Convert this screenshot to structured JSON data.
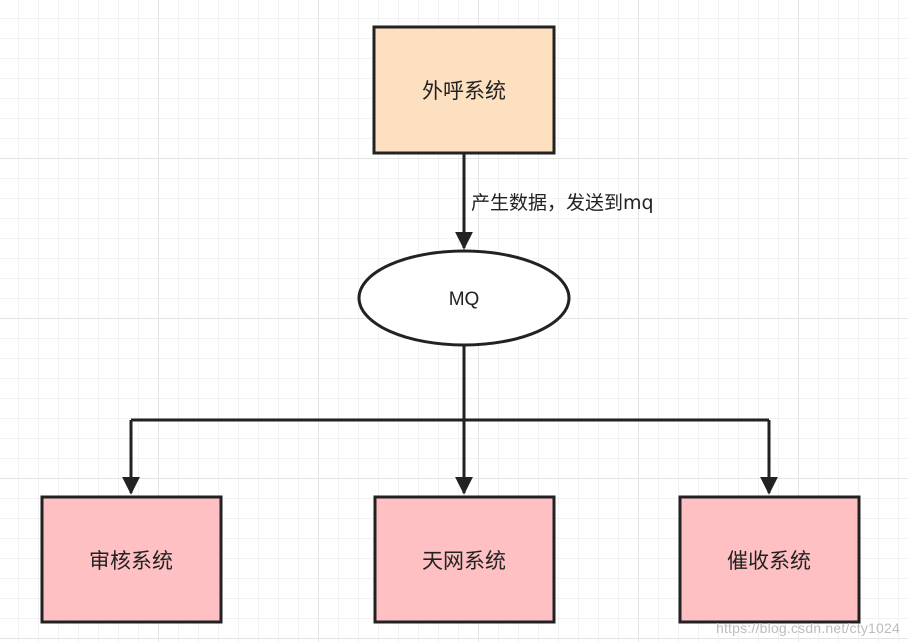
{
  "nodes": {
    "outbound": {
      "label": "外呼系统",
      "fill": "#fde0c0"
    },
    "mq": {
      "label": "MQ",
      "fill": "#ffffff"
    },
    "audit": {
      "label": "审核系统",
      "fill": "#ffc0c4"
    },
    "skynet": {
      "label": "天网系统",
      "fill": "#ffc0c4"
    },
    "collection": {
      "label": "催收系统",
      "fill": "#ffc0c4"
    }
  },
  "edges": {
    "outbound_to_mq": {
      "label": "产生数据，发送到mq"
    }
  },
  "watermark": "https://blog.csdn.net/cty1024",
  "colors": {
    "stroke": "#222222",
    "grid": "#e4e4e4"
  }
}
